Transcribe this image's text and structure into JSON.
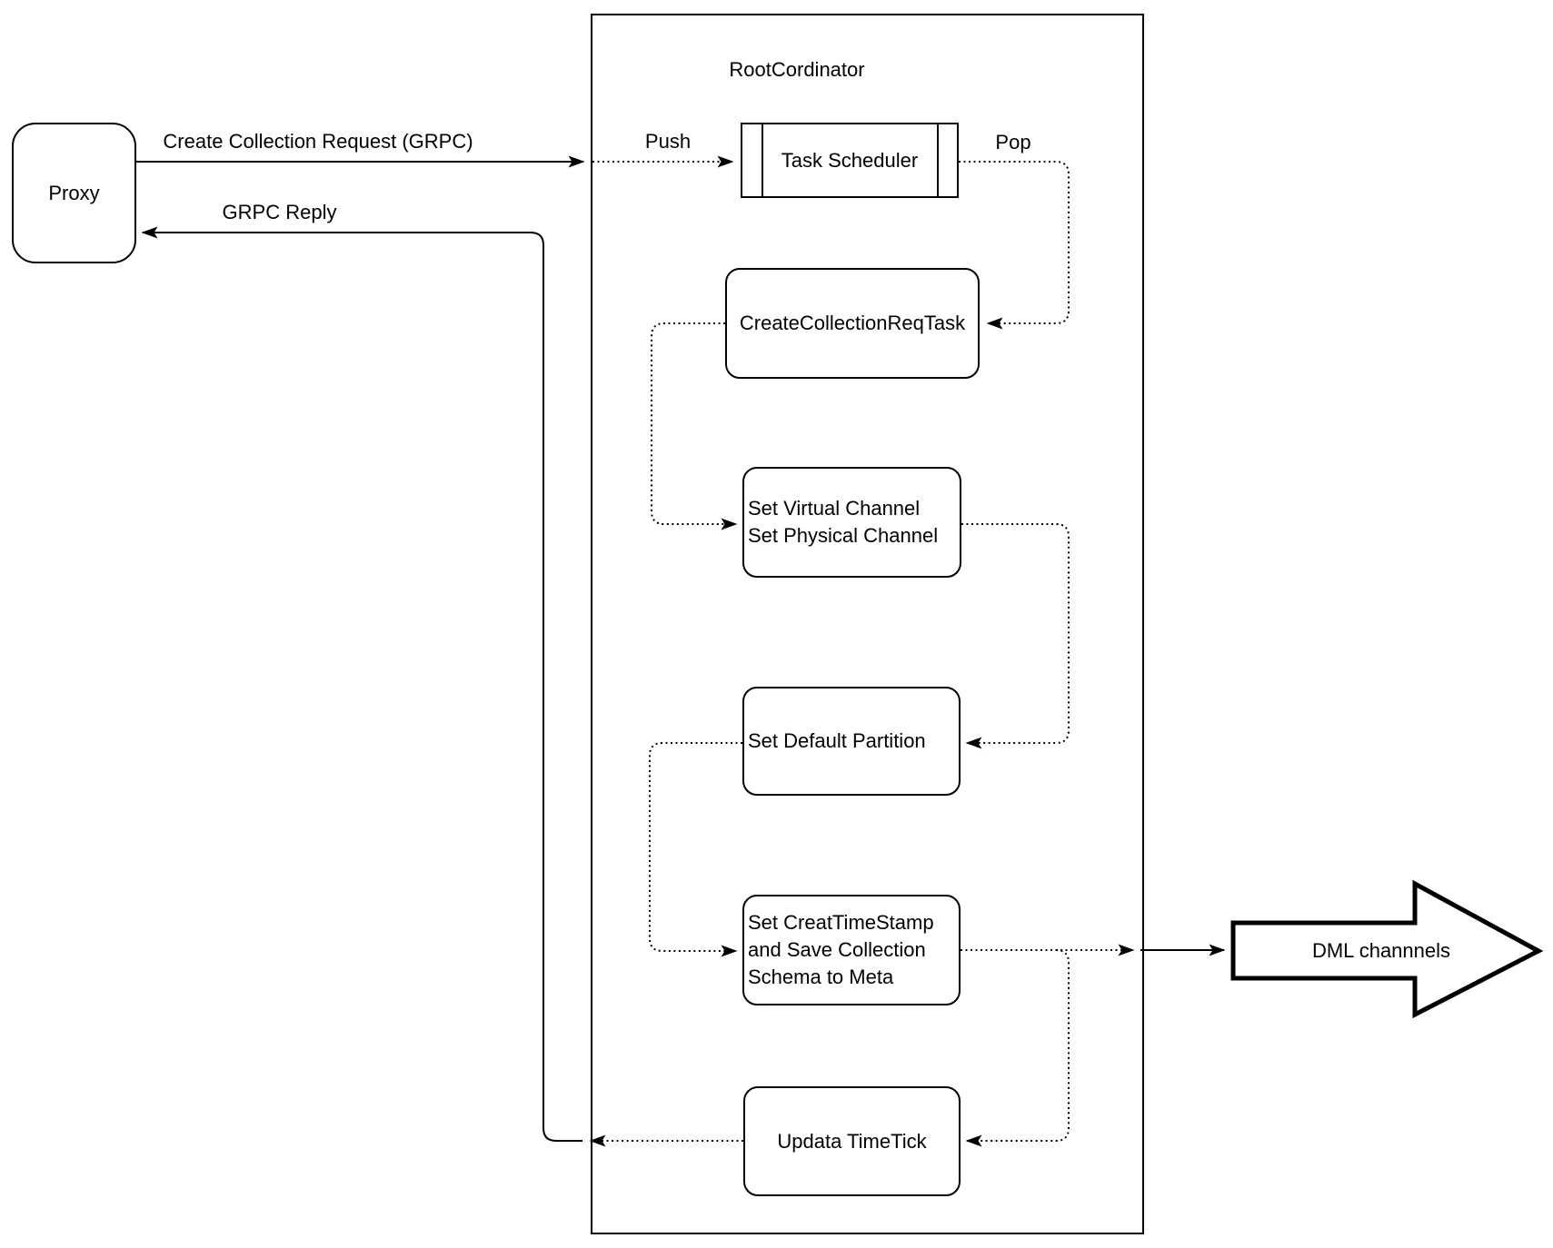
{
  "diagram": {
    "colors": {
      "stroke": "#000000",
      "fill": "#ffffff"
    },
    "container": {
      "title": "RootCordinator"
    },
    "nodes": {
      "proxy": {
        "label": "Proxy"
      },
      "task_scheduler": {
        "label": "Task Scheduler"
      },
      "create_collection_req_task": {
        "label": "CreateCollectionReqTask"
      },
      "set_channel": {
        "lines": [
          "Set Virtual Channel",
          "Set Physical Channel"
        ]
      },
      "set_default_partition": {
        "label": "Set Default Partition"
      },
      "set_create_timestamp": {
        "lines": [
          "Set CreatTimeStamp",
          "and Save Collection",
          "Schema to Meta"
        ]
      },
      "update_timetick": {
        "label": "Updata TimeTick"
      },
      "dml_channels": {
        "label": "DML channnels"
      }
    },
    "edges": {
      "create_collection_request": {
        "label": "Create Collection Request (GRPC)"
      },
      "grpc_reply": {
        "label": "GRPC Reply"
      },
      "push": {
        "label": "Push"
      },
      "pop": {
        "label": "Pop"
      }
    }
  }
}
